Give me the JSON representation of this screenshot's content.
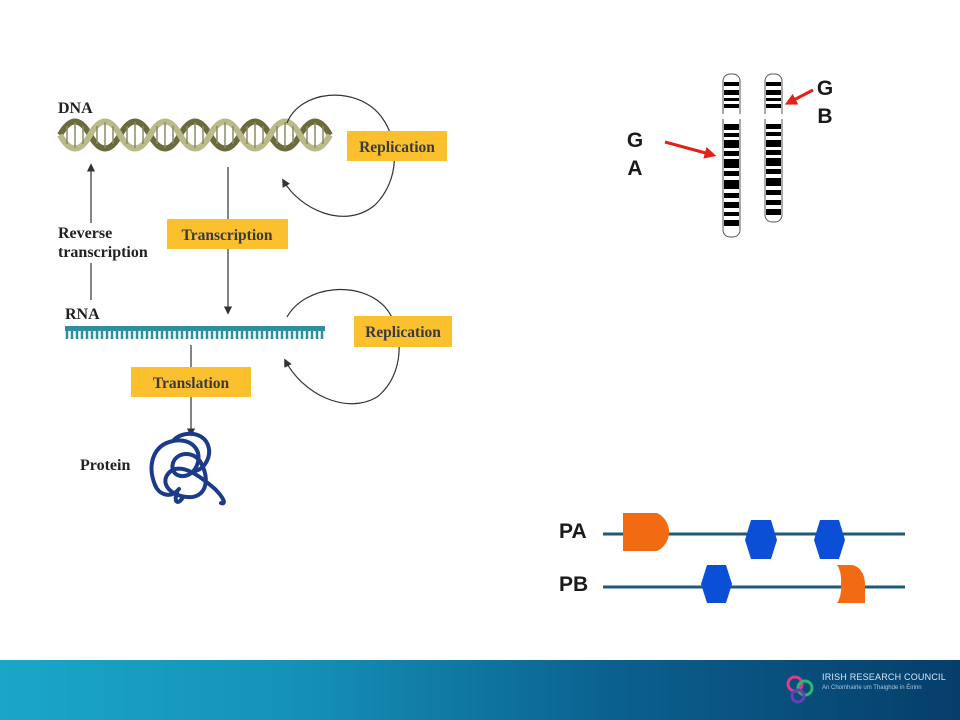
{
  "dogma": {
    "dna": "DNA",
    "rna": "RNA",
    "protein": "Protein",
    "replication_top": "Replication",
    "replication_bottom": "Replication",
    "transcription": "Transcription",
    "translation": "Translation",
    "reverse_line1": "Reverse",
    "reverse_line2": "transcription"
  },
  "chromosomes": {
    "label_ga_1": "G",
    "label_ga_2": "A",
    "label_gb_1": "G",
    "label_gb_2": "B"
  },
  "proteins": {
    "pa": "PA",
    "pb": "PB"
  },
  "footer": {
    "logo_line1": "IRISH RESEARCH COUNCIL",
    "logo_line2": "An Chomhairle um Thaighde in Éirinn"
  },
  "colors": {
    "box_fill": "#fbc02d",
    "arrow_red": "#e32119",
    "domain_orange": "#f26b12",
    "domain_blue": "#0a4fd6",
    "line_teal": "#1f5a7a"
  }
}
